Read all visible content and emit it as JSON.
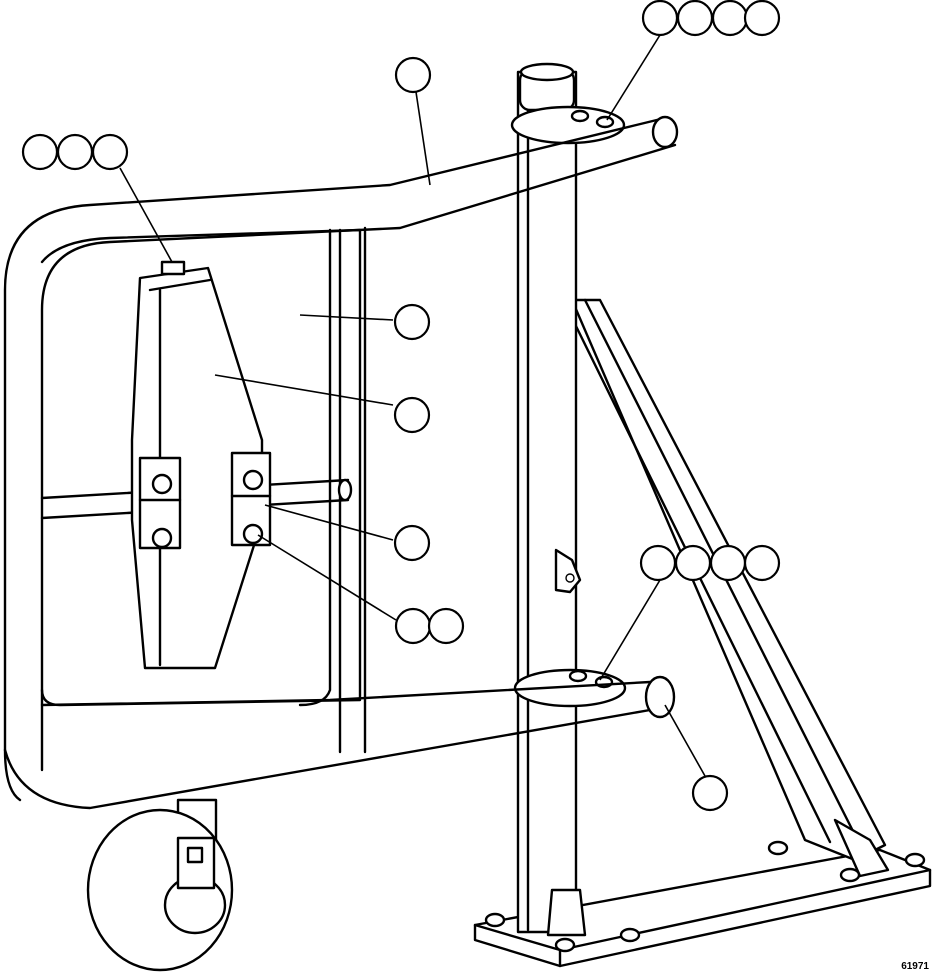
{
  "drawing_number": "61971",
  "line_color": "#000000",
  "background_color": "#ffffff",
  "callouts": [
    {
      "name": "callout-top-right-group",
      "balloons": 4
    },
    {
      "name": "callout-upper-rail",
      "balloons": 1
    },
    {
      "name": "callout-top-left-group",
      "balloons": 3
    },
    {
      "name": "callout-panel",
      "balloons": 1
    },
    {
      "name": "callout-mount-plate",
      "balloons": 1
    },
    {
      "name": "callout-clamp-block",
      "balloons": 1
    },
    {
      "name": "callout-clamp-bolt",
      "balloons": 2
    },
    {
      "name": "callout-middle-right-group",
      "balloons": 4
    },
    {
      "name": "callout-lower-rail-end",
      "balloons": 1
    }
  ]
}
